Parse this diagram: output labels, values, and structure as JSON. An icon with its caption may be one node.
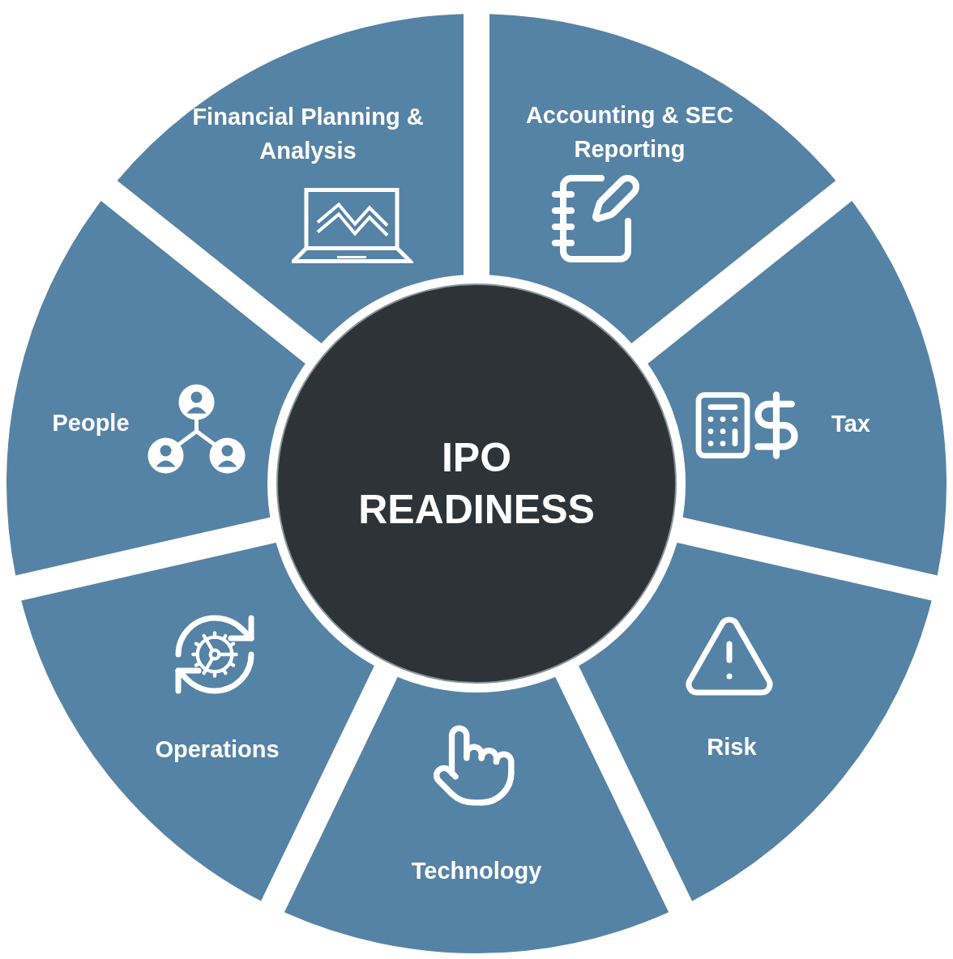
{
  "diagram": {
    "nodes": [
      {
        "text": [
          "Financial Planning & Analysis"
        ]
      },
      {
        "text": [
          "Accounting & SEC Reporting"
        ]
      },
      {
        "text": [
          "Tax"
        ]
      },
      {
        "text": [
          "Risk"
        ]
      },
      {
        "text": [
          "Technology"
        ]
      },
      {
        "text": [
          "Operations"
        ]
      },
      {
        "text": [
          "People"
        ]
      },
      {
        "text": [
          "IPO READINESS"
        ]
      }
    ]
  }
}
